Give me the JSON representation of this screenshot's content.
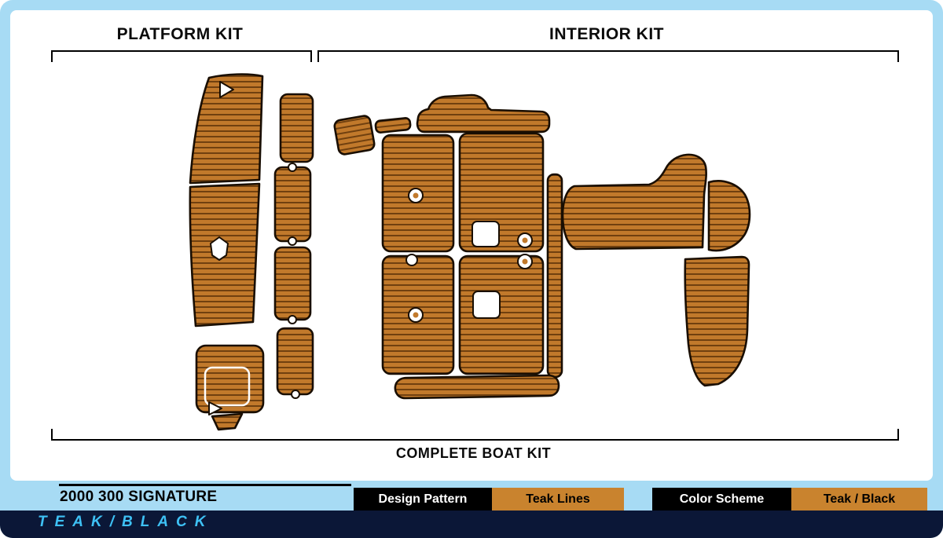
{
  "labels": {
    "platform_kit": "PLATFORM KIT",
    "interior_kit": "INTERIOR KIT",
    "complete_boat_kit": "COMPLETE BOAT KIT"
  },
  "footer": {
    "model": "2000 300 SIGNATURE",
    "scheme_text": "TEAK/BLACK",
    "badges": [
      {
        "label": "Design Pattern",
        "style": "dark"
      },
      {
        "label": "Teak Lines",
        "style": "teak"
      },
      {
        "label": "Color Scheme",
        "style": "dark"
      },
      {
        "label": "Teak / Black",
        "style": "teak"
      }
    ]
  },
  "colors": {
    "frame": "#A7DBF4",
    "panel": "#FFFFFF",
    "teak": "#C1792B",
    "teak_line": "#70400F",
    "outline": "#190E02",
    "navy": "#0B1737",
    "accent_text": "#3EC1F5",
    "badge_dark": "#000000",
    "badge_teak": "#C9832E"
  }
}
